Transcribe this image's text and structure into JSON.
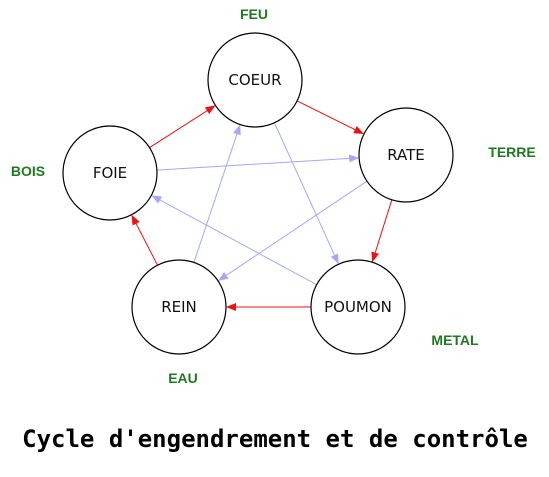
{
  "colors": {
    "engendrement": "#ee1111",
    "controle": "#a6a6ff",
    "element_label": "#1f7a1f"
  },
  "nodes": [
    {
      "id": "coeur",
      "label": "COEUR",
      "element": "FEU"
    },
    {
      "id": "rate",
      "label": "RATE",
      "element": "TERRE"
    },
    {
      "id": "poumon",
      "label": "POUMON",
      "element": "METAL"
    },
    {
      "id": "rein",
      "label": "REIN",
      "element": "EAU"
    },
    {
      "id": "foie",
      "label": "FOIE",
      "element": "BOIS"
    }
  ],
  "edges": {
    "engendrement": [
      [
        "coeur",
        "rate"
      ],
      [
        "rate",
        "poumon"
      ],
      [
        "poumon",
        "rein"
      ],
      [
        "rein",
        "foie"
      ],
      [
        "foie",
        "coeur"
      ]
    ],
    "controle": [
      [
        "coeur",
        "poumon"
      ],
      [
        "poumon",
        "foie"
      ],
      [
        "foie",
        "rate"
      ],
      [
        "rate",
        "rein"
      ],
      [
        "rein",
        "coeur"
      ]
    ]
  },
  "caption": "Cycle d'engendrement et de contrôle"
}
